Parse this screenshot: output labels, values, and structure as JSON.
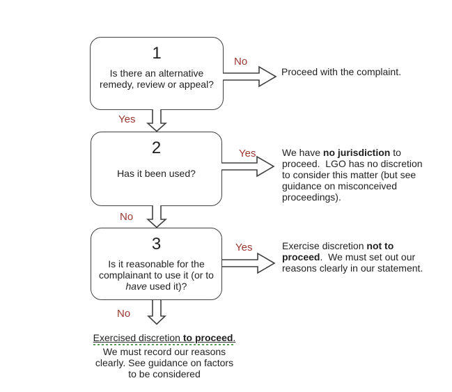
{
  "palette": {
    "label_red": "#9b3732",
    "line_color": "#3f3f3f",
    "text_color": "#1f1f1f",
    "grammar_wavy_green": "#55a055",
    "background": "#ffffff"
  },
  "flowchart": {
    "boxes": [
      {
        "number": "1",
        "question": [
          {
            "text": "Is there an alternative\nremedy, review or appeal?"
          }
        ]
      },
      {
        "number": "2",
        "question": [
          {
            "text": "Has it been used?"
          }
        ]
      },
      {
        "number": "3",
        "question": [
          {
            "text": "Is it reasonable for the\ncomplainant to use it (or to\n"
          },
          {
            "text": "have",
            "italic": true
          },
          {
            "text": " used it)?"
          }
        ]
      }
    ],
    "side_branches": [
      {
        "label": "No",
        "result": [
          {
            "text": "Proceed with the complaint."
          }
        ]
      },
      {
        "label": "Yes",
        "result": [
          {
            "text": "We have "
          },
          {
            "text": "no jurisdiction",
            "bold": true
          },
          {
            "text": " to\nproceed.  LGO has no discretion\nto consider this matter (but see\nguidance on misconceived\nproceedings)."
          }
        ]
      },
      {
        "label": "Yes",
        "result": [
          {
            "text": "Exercise discretion "
          },
          {
            "text": "not to\nproceed",
            "bold": true
          },
          {
            "text": ".  We must set out our\nreasons clearly in our statement."
          }
        ]
      }
    ],
    "down_labels": [
      "Yes",
      "No",
      "No"
    ],
    "final_outcome": {
      "title": [
        {
          "text": "Exercised discretion "
        },
        {
          "text": "to proceed",
          "bold": true
        },
        {
          "text": "."
        }
      ],
      "body": [
        {
          "text": "We must record our reasons\nclearly. See guidance on factors\nto be considered"
        }
      ]
    }
  }
}
